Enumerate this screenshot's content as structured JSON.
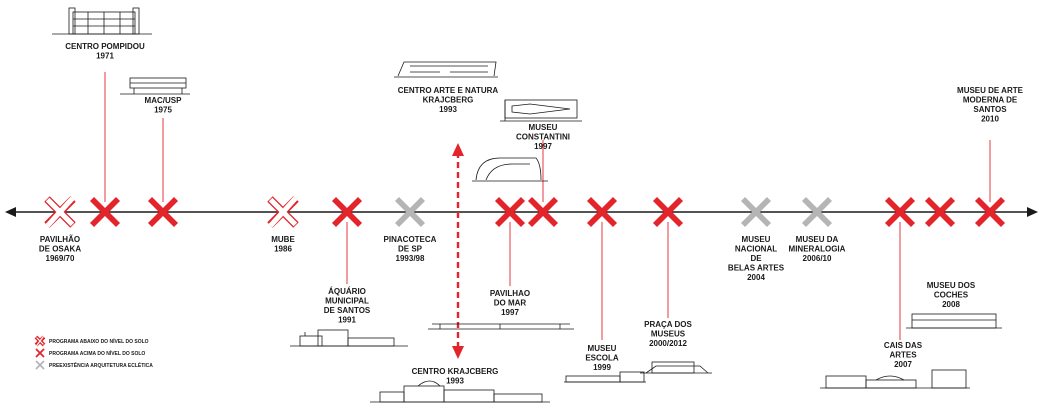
{
  "colors": {
    "red": "#e3242b",
    "outline": "#e3242b",
    "gray": "#b5b5b5",
    "line": "#1a1a1a"
  },
  "items": [
    {
      "name": "pavilhao-osaka",
      "style": "outline",
      "label_lines": [
        "PAVILHÃO",
        "DE OSAKA",
        "1969/70"
      ]
    },
    {
      "name": "centro-pompidou",
      "style": "red",
      "label_lines": [
        "CENTRO POMPIDOU",
        "1971"
      ]
    },
    {
      "name": "mac-usp",
      "style": "red",
      "label_lines": [
        "MAC/USP",
        "1975"
      ]
    },
    {
      "name": "mube",
      "style": "outline",
      "label_lines": [
        "MUBE",
        "1986"
      ]
    },
    {
      "name": "aquario-santos",
      "style": "red",
      "label_lines": [
        "ÁQUÁRIO",
        "MUNICIPAL",
        "DE SANTOS",
        "1991"
      ]
    },
    {
      "name": "pinacoteca",
      "style": "gray",
      "label_lines": [
        "PINACOTECA",
        "DE SP",
        "1993/98"
      ]
    },
    {
      "name": "centro-arte-natura",
      "style": "none",
      "label_lines": [
        "CENTRO ARTE E NATURA",
        "KRAJCBERG",
        "1993"
      ]
    },
    {
      "name": "centro-krajcberg",
      "style": "none",
      "label_lines": [
        "CENTRO KRAJCBERG",
        "1993"
      ]
    },
    {
      "name": "pavilhao-mar",
      "style": "red",
      "label_lines": [
        "PAVILHAO",
        "DO MAR",
        "1997"
      ]
    },
    {
      "name": "museu-constantini",
      "style": "red",
      "label_lines": [
        "MUSEU",
        "CONSTANTINI",
        "1997"
      ]
    },
    {
      "name": "museu-escola",
      "style": "red",
      "label_lines": [
        "MUSEU",
        "ESCOLA",
        "1999"
      ]
    },
    {
      "name": "praca-museus",
      "style": "red",
      "label_lines": [
        "PRAÇA DOS",
        "MUSEUS",
        "2000/2012"
      ]
    },
    {
      "name": "museu-belas-artes",
      "style": "gray",
      "label_lines": [
        "MUSEU",
        "NACIONAL",
        "DE",
        "BELAS ARTES",
        "2004"
      ]
    },
    {
      "name": "museu-mineralogia",
      "style": "gray",
      "label_lines": [
        "MUSEU DA",
        "MINERALOGIA",
        "2006/10"
      ]
    },
    {
      "name": "cais-artes",
      "style": "red",
      "label_lines": [
        "CAIS DAS",
        "ARTES",
        "2007"
      ]
    },
    {
      "name": "museu-coches",
      "style": "red",
      "label_lines": [
        "MUSEU DOS",
        "COCHES",
        "2008"
      ]
    },
    {
      "name": "museu-arte-santos",
      "style": "red",
      "label_lines": [
        "MUSEU DE ARTE",
        "MODERNA DE",
        "SANTOS",
        "2010"
      ]
    }
  ],
  "legend": [
    {
      "style": "outline",
      "text": "PROGRAMA ABAIXO DO NÍVEL DO SOLO"
    },
    {
      "style": "red",
      "text": "PROGRAMA ACIMA DO NÍVEL DO SOLO"
    },
    {
      "style": "gray",
      "text": "PREEXISTÊNCIA ARQUITETURA ECLÉTICA"
    }
  ]
}
